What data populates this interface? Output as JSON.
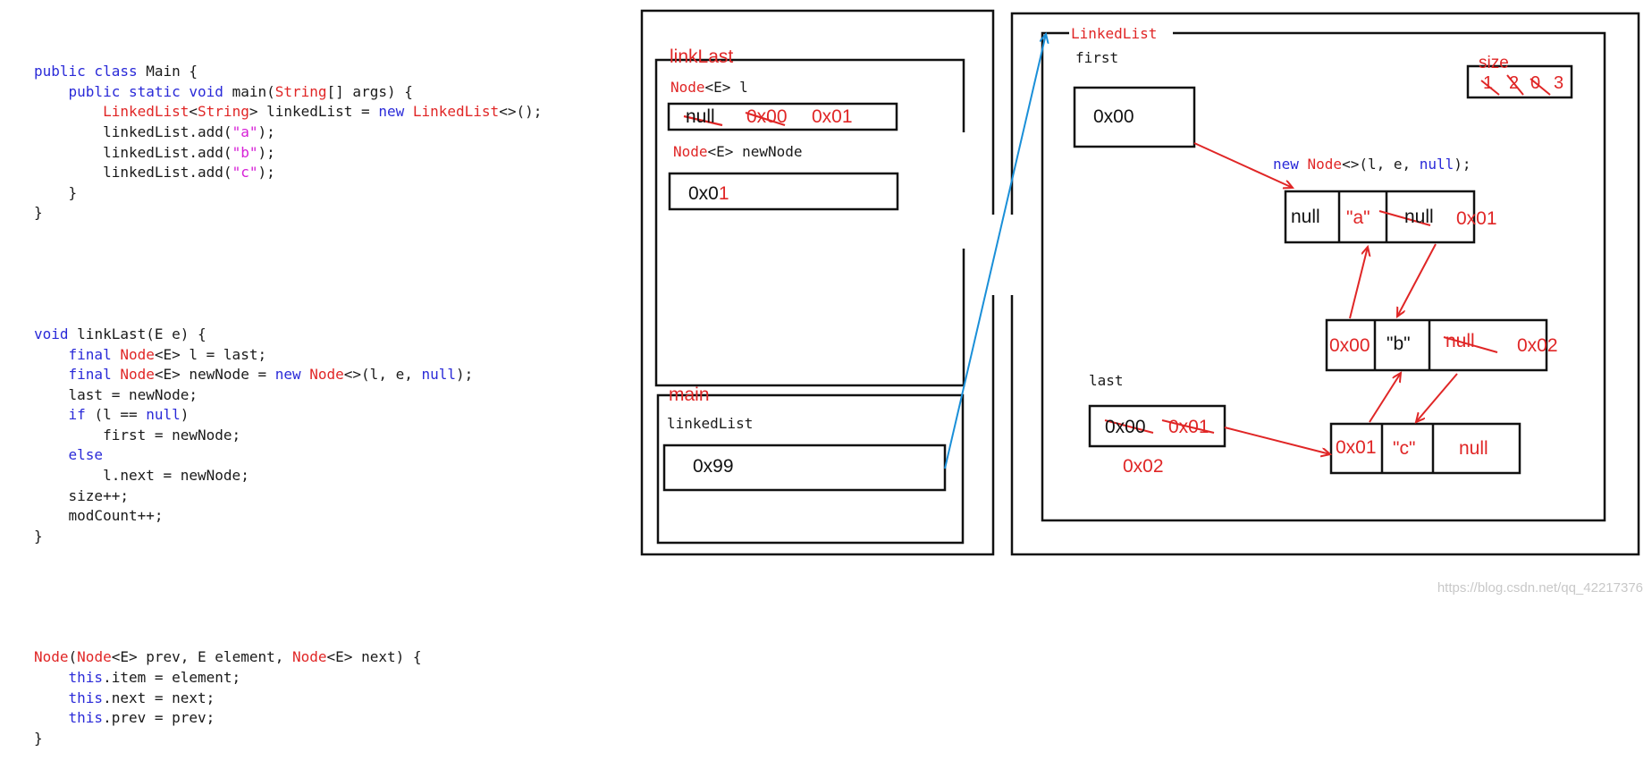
{
  "code": {
    "main_lines": [
      [
        {
          "t": "public class ",
          "c": "kw"
        },
        {
          "t": "Main {",
          "c": ""
        }
      ],
      [
        {
          "t": "    public static void ",
          "c": "kw"
        },
        {
          "t": "main(",
          "c": ""
        },
        {
          "t": "String",
          "c": "ty"
        },
        {
          "t": "[] args) {",
          "c": ""
        }
      ],
      [
        {
          "t": "        LinkedList",
          "c": "ty"
        },
        {
          "t": "<",
          "c": ""
        },
        {
          "t": "String",
          "c": "ty"
        },
        {
          "t": "> linkedList = ",
          "c": ""
        },
        {
          "t": "new ",
          "c": "kw"
        },
        {
          "t": "LinkedList",
          "c": "ty"
        },
        {
          "t": "<>();",
          "c": ""
        }
      ],
      [
        {
          "t": "        linkedList.add(",
          "c": ""
        },
        {
          "t": "\"a\"",
          "c": "st"
        },
        {
          "t": ");",
          "c": ""
        }
      ],
      [
        {
          "t": "        linkedList.add(",
          "c": ""
        },
        {
          "t": "\"b\"",
          "c": "st"
        },
        {
          "t": ");",
          "c": ""
        }
      ],
      [
        {
          "t": "        linkedList.add(",
          "c": ""
        },
        {
          "t": "\"c\"",
          "c": "st"
        },
        {
          "t": ");",
          "c": ""
        }
      ],
      [
        {
          "t": "    }",
          "c": ""
        }
      ],
      [
        {
          "t": "}",
          "c": ""
        }
      ]
    ],
    "linklast_lines": [
      [
        {
          "t": "void ",
          "c": "kw"
        },
        {
          "t": "linkLast(E e) {",
          "c": ""
        }
      ],
      [
        {
          "t": "    final ",
          "c": "kw"
        },
        {
          "t": "Node",
          "c": "ty"
        },
        {
          "t": "<E> l = last;",
          "c": ""
        }
      ],
      [
        {
          "t": "    final ",
          "c": "kw"
        },
        {
          "t": "Node",
          "c": "ty"
        },
        {
          "t": "<E> newNode = ",
          "c": ""
        },
        {
          "t": "new ",
          "c": "kw"
        },
        {
          "t": "Node",
          "c": "ty"
        },
        {
          "t": "<>(l, e, ",
          "c": ""
        },
        {
          "t": "null",
          "c": "kw"
        },
        {
          "t": ");",
          "c": ""
        }
      ],
      [
        {
          "t": "    last = newNode;",
          "c": ""
        }
      ],
      [
        {
          "t": "    if ",
          "c": "kw"
        },
        {
          "t": "(l == ",
          "c": ""
        },
        {
          "t": "null",
          "c": "kw"
        },
        {
          "t": ")",
          "c": ""
        }
      ],
      [
        {
          "t": "        first = newNode;",
          "c": ""
        }
      ],
      [
        {
          "t": "    else",
          "c": "kw"
        }
      ],
      [
        {
          "t": "        l.next = newNode;",
          "c": ""
        }
      ],
      [
        {
          "t": "    size++;",
          "c": ""
        }
      ],
      [
        {
          "t": "    modCount++;",
          "c": ""
        }
      ],
      [
        {
          "t": "}",
          "c": ""
        }
      ]
    ],
    "node_lines": [
      [
        {
          "t": "Node",
          "c": "ty"
        },
        {
          "t": "(",
          "c": ""
        },
        {
          "t": "Node",
          "c": "ty"
        },
        {
          "t": "<E> prev, E element, ",
          "c": ""
        },
        {
          "t": "Node",
          "c": "ty"
        },
        {
          "t": "<E> next) {",
          "c": ""
        }
      ],
      [
        {
          "t": "    this",
          "c": "kw"
        },
        {
          "t": ".item = element;",
          "c": ""
        }
      ],
      [
        {
          "t": "    this",
          "c": "kw"
        },
        {
          "t": ".next = next;",
          "c": ""
        }
      ],
      [
        {
          "t": "    this",
          "c": "kw"
        },
        {
          "t": ".prev = prev;",
          "c": ""
        }
      ],
      [
        {
          "t": "}",
          "c": ""
        }
      ]
    ]
  },
  "stack": {
    "linklast_frame": "linkLast",
    "l_type": "Node",
    "l_type_rest": "<E> l",
    "l_old_null": "null",
    "l_old_0x00": "0x00",
    "l_value": "0x01",
    "newnode_type": "Node",
    "newnode_rest": "<E> newNode",
    "newnode_value_a": "0x0",
    "newnode_value_b": "1",
    "main_frame": "main",
    "linkedlist_label": "linkedList",
    "linkedlist_value": "0x99"
  },
  "heap": {
    "object_label": "LinkedList",
    "first_label": "first",
    "first_value": "0x00",
    "size_label": "size",
    "size_struck": [
      "1",
      "2",
      "0"
    ],
    "size_value": "3",
    "new_node_kw": "new ",
    "new_node_type": "Node",
    "new_node_args": "<>(l, e, ",
    "new_node_null": "null",
    "new_node_end": ");",
    "node_a": {
      "prev": "null",
      "item": "\"a\"",
      "next_struck": "null",
      "address": "0x01"
    },
    "node_b": {
      "prev": "0x00",
      "item": "\"b\"",
      "next_struck": "null",
      "address": "0x02"
    },
    "node_c": {
      "prev": "0x01",
      "item": "\"c\"",
      "next": "null"
    },
    "last_label": "last",
    "last_struck": [
      "0x00",
      "0x01"
    ],
    "last_value": "0x02"
  },
  "watermark": "https://blog.csdn.net/qq_42217376",
  "colors": {
    "red": "#e02626",
    "blue": "#1a8fd8",
    "keyword": "#2a2ad8",
    "string": "#d61fd6"
  }
}
